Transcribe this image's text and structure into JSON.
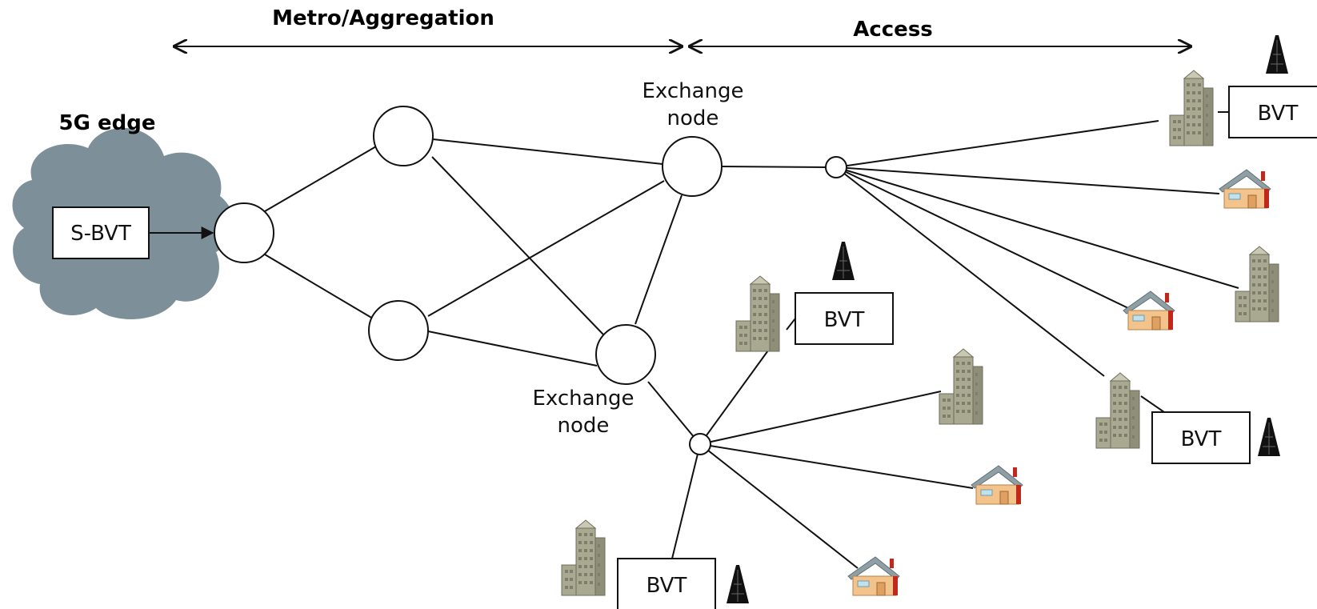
{
  "headers": {
    "metro": "Metro/Aggregation",
    "access": "Access",
    "edge": "5G edge"
  },
  "exchange_node_label": {
    "line1": "Exchange",
    "line2": "node"
  },
  "sbvt_label": "S-BVT",
  "bvt_label": "BVT",
  "colors": {
    "cloud": "#7d8f98",
    "building": "#a9a891",
    "building_dark": "#7f7e6a",
    "house_wall": "#f2c38b",
    "house_roof": "#8ea0a6",
    "house_chimney": "#c0281c",
    "tower": "#111111"
  }
}
